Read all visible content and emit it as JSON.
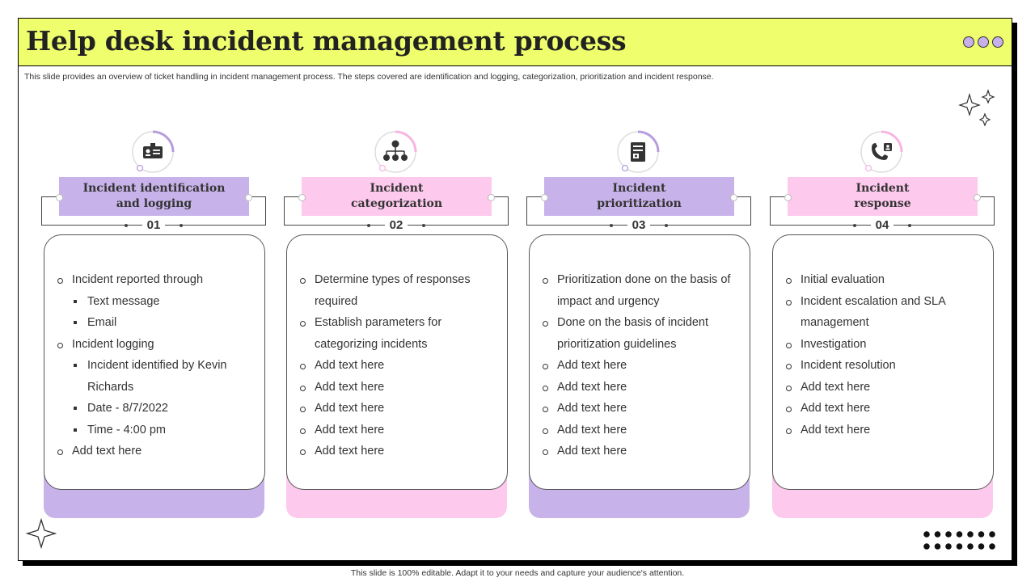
{
  "title": "Help desk incident management process",
  "subtitle": "This slide provides an overview of ticket handling in incident management process. The steps covered are identification and logging, categorization, prioritization and incident response.",
  "footer": "This slide is 100% editable.  Adapt it to your needs and capture your audience's attention.",
  "colors": {
    "title_bar": "#eefe6c",
    "purple": "#c7b3ea",
    "pink": "#fdc9ec",
    "ring_purple": "#b79de0",
    "ring_pink": "#f7b6e2"
  },
  "steps": [
    {
      "number": "01",
      "label": "Incident identification\nand logging",
      "color": "purple",
      "icon": "id-card-icon",
      "items": [
        {
          "level": 0,
          "text": "Incident reported through"
        },
        {
          "level": 1,
          "text": "Text message"
        },
        {
          "level": 1,
          "text": "Email"
        },
        {
          "level": 0,
          "text": "Incident logging"
        },
        {
          "level": 1,
          "text": "Incident identified by Kevin Richards"
        },
        {
          "level": 1,
          "text": "Date - 8/7/2022"
        },
        {
          "level": 1,
          "text": "Time - 4:00 pm"
        },
        {
          "level": 0,
          "text": "Add text here"
        }
      ]
    },
    {
      "number": "02",
      "label": "Incident\ncategorization",
      "color": "pink",
      "icon": "hierarchy-icon",
      "items": [
        {
          "level": 0,
          "text": "Determine types of responses required"
        },
        {
          "level": 0,
          "text": "Establish parameters for categorizing incidents"
        },
        {
          "level": 0,
          "text": " Add text here"
        },
        {
          "level": 0,
          "text": "Add text here"
        },
        {
          "level": 0,
          "text": "Add text here"
        },
        {
          "level": 0,
          "text": "Add text here"
        },
        {
          "level": 0,
          "text": "Add text here"
        }
      ]
    },
    {
      "number": "03",
      "label": "Incident\nprioritization",
      "color": "purple",
      "icon": "document-stack-icon",
      "items": [
        {
          "level": 0,
          "text": "Prioritization done on the basis of impact and urgency"
        },
        {
          "level": 0,
          "text": "Done on the basis of incident prioritization guidelines"
        },
        {
          "level": 0,
          "text": "Add text here"
        },
        {
          "level": 0,
          "text": "Add text here"
        },
        {
          "level": 0,
          "text": "Add text here"
        },
        {
          "level": 0,
          "text": "Add text here"
        },
        {
          "level": 0,
          "text": "Add text here"
        }
      ]
    },
    {
      "number": "04",
      "label": "Incident\nresponse",
      "color": "pink",
      "icon": "phone-user-icon",
      "items": [
        {
          "level": 0,
          "text": "Initial evaluation"
        },
        {
          "level": 0,
          "text": "Incident escalation and SLA management"
        },
        {
          "level": 0,
          "text": "Investigation"
        },
        {
          "level": 0,
          "text": "Incident resolution"
        },
        {
          "level": 0,
          "text": "Add text here"
        },
        {
          "level": 0,
          "text": "Add text here"
        },
        {
          "level": 0,
          "text": "Add text here"
        }
      ]
    }
  ]
}
